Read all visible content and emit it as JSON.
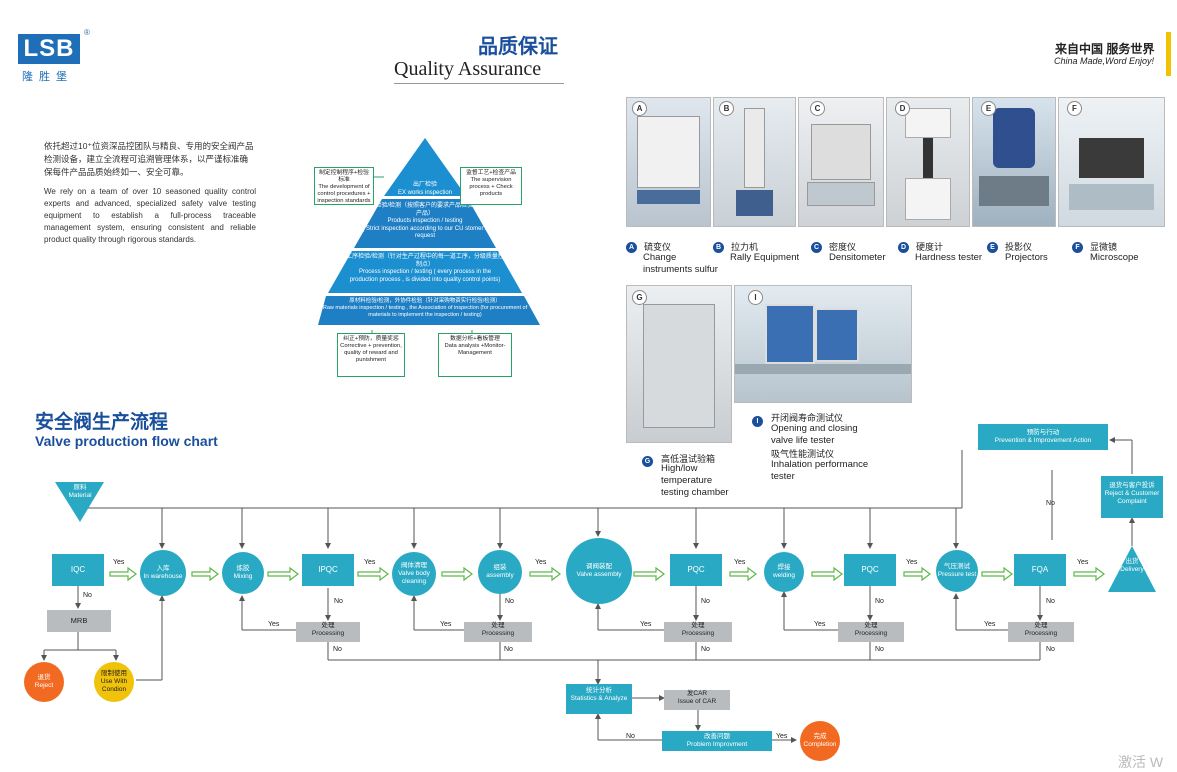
{
  "logo": {
    "text": "LSB",
    "reg": "®",
    "cn": "隆胜堡"
  },
  "header": {
    "title_cn": "品质保证",
    "title_en": "Quality Assurance",
    "slogan_cn": "来自中国  服务世界",
    "slogan_en": "China Made,Word Enjoy!"
  },
  "intro": {
    "cn": "依托超过10⁺位资深品控团队与精良、专用的安全阀产品检测设备，建立全流程可追溯管理体系，以严谨标准确保每件产品品质始终如一、安全可靠。",
    "en": "We rely on a team of over 10 seasoned quality control experts and advanced, specialized safety valve testing equipment to establish a full-process traceable management system, ensuring consistent and reliable product quality through rigorous standards."
  },
  "pyramid": {
    "top": "出厂检验\nEX works inspection",
    "l2": "成品检验/检测（按照客户的要求产品检验/检测产品）\nProducts inspection / testing\n( Strict inspection according to our CU stomer's request",
    "l3": "工序检验/检测（针对生产过程中的每一道工序，分级质量控制点）\nProcess inspection / testing ( every process in the production process , is divided into quality control points)",
    "l4": "原材料检验/检测，外协件检验（针对采购物资实行检验/检测）\nRaw materials inspection / testing , the Association of inspection (for procurement of materials to implement the inspection / testing)",
    "c1": "制定控制程序+检验标准\nThe development of control procedures + inspection standards",
    "c2": "监督工艺+检查产品\nThe supervision process + Check products",
    "c3": "纠正+预防，质量奖惩\nCorrective + prevention, quality of reward and punishment",
    "c4": "数据分析+看板管理\nData analysis +Monitor-Management"
  },
  "equipment": [
    {
      "id": "A",
      "cn": "硫变仪",
      "en": "Change instruments sulfur"
    },
    {
      "id": "B",
      "cn": "拉力机",
      "en": "Rally Equipment"
    },
    {
      "id": "C",
      "cn": "密度仪",
      "en": "Densitometer"
    },
    {
      "id": "D",
      "cn": "硬度计",
      "en": "Hardness tester"
    },
    {
      "id": "E",
      "cn": "投影仪",
      "en": "Projectors"
    },
    {
      "id": "F",
      "cn": "显微镜",
      "en": "Microscope"
    },
    {
      "id": "G",
      "cn": "高低温试验箱",
      "en": "High/low temperature testing chamber"
    },
    {
      "id": "I",
      "cn": "开闭阀寿命测试仪",
      "en": "Opening and closing valve life tester",
      "cn2": "吸气性能测试仪",
      "en2": "Inhalation performance tester"
    }
  ],
  "flow": {
    "title_cn": "安全阀生产流程",
    "title_en": "Valve production flow chart",
    "material_cn": "原料",
    "material_en": "Material",
    "iqc": "IQC",
    "mrb": "MRB",
    "reject_cn": "退货",
    "reject_en": "Reject",
    "limited_cn": "限制使用",
    "limited_en": "Use With Condion",
    "warehouse_cn": "入库",
    "warehouse_en": "In warehouse",
    "mixing_cn": "炼胶",
    "mixing_en": "Mixing",
    "ipqc": "IPQC",
    "cleaning_cn": "阀体清理",
    "cleaning_en": "Valve body cleaning",
    "assembly_cn": "组装",
    "assembly_en": "assembly",
    "valve_cn": "调阀装配",
    "valve_en": "Valve assembly",
    "pqc": "PQC",
    "welding_cn": "焊接",
    "welding_en": "welding",
    "pressure_cn": "气压测试",
    "pressure_en": "Pressure test",
    "fqa": "FQA",
    "delivery_cn": "出货",
    "delivery_en": "Delivery",
    "complaint_cn": "退货与客户投诉",
    "complaint_en": "Reject & Customer Complaint",
    "prevention_cn": "预防与行动",
    "prevention_en": "Prevention & Improvement Action",
    "processing_cn": "处理",
    "processing_en": "Processing",
    "stats_cn": "统计分析",
    "stats_en": "Statistics & Analyze",
    "car_cn": "发CAR",
    "car_en": "Issue of CAR",
    "improve_cn": "改善问题",
    "improve_en": "Problem Improvment",
    "completion_cn": "完成",
    "completion_en": "Completion",
    "yes": "Yes",
    "no": "No"
  },
  "watermark": "激活 W"
}
